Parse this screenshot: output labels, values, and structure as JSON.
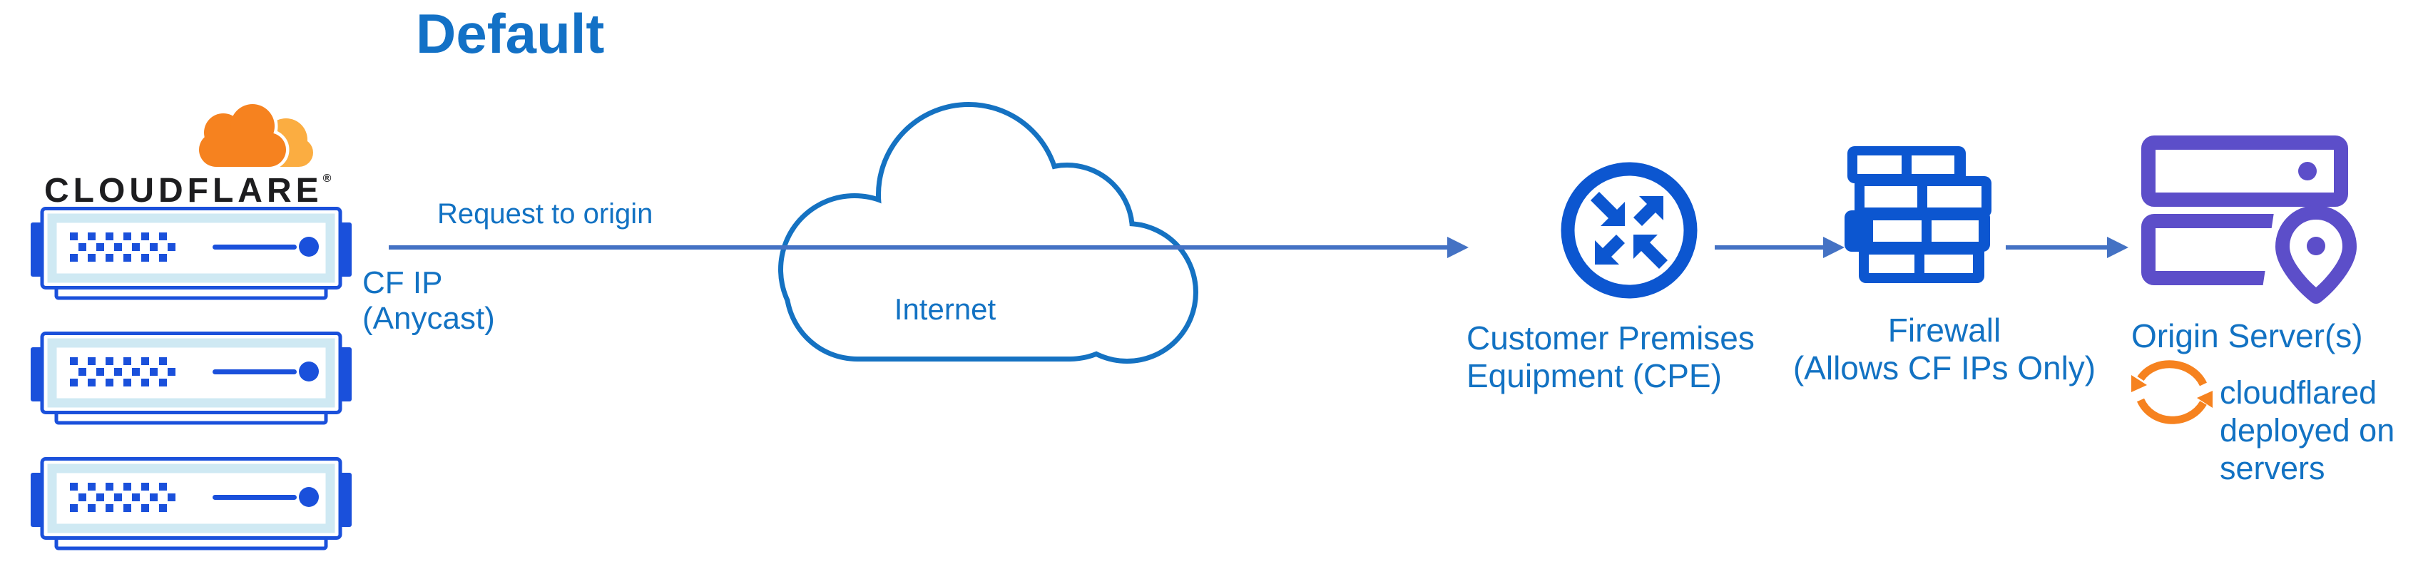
{
  "title": "Default",
  "colors": {
    "title_blue": "#1371C6",
    "label_blue": "#1272C3",
    "icon_blue": "#0C56D0",
    "server_blue": "#1A50DB",
    "server_band_cyan": "#CFE9F3",
    "arrow_blue": "#4472C4",
    "origin_purple": "#5C4EC9",
    "cloudflare_orange": "#F6821F",
    "cloudflare_orange_light": "#FBAD41",
    "wordmark_black": "#1D1D1F"
  },
  "logo": {
    "wordmark": "CLOUDFLARE",
    "registered_mark": "®",
    "icon": "cloudflare-cloud"
  },
  "edge": {
    "request_label": "Request to origin",
    "ip_lines": [
      "CF IP",
      "(Anycast)"
    ]
  },
  "nodes": {
    "cloudflare_servers": {
      "icon": "server-rack",
      "count": 3
    },
    "internet": {
      "label": "Internet",
      "icon": "cloud-outline"
    },
    "cpe": {
      "lines": [
        "Customer Premises",
        "Equipment (CPE)"
      ],
      "icon": "router-crossed-arrows"
    },
    "firewall": {
      "lines": [
        "Firewall",
        "(Allows CF IPs Only)"
      ],
      "icon": "brick-wall"
    },
    "origin": {
      "label": "Origin Server(s)",
      "icon": "server-stack-location-pin"
    },
    "cloudflared": {
      "lines": [
        "cloudflared",
        "deployed on",
        "servers"
      ],
      "icon": "sync-arrows"
    }
  }
}
